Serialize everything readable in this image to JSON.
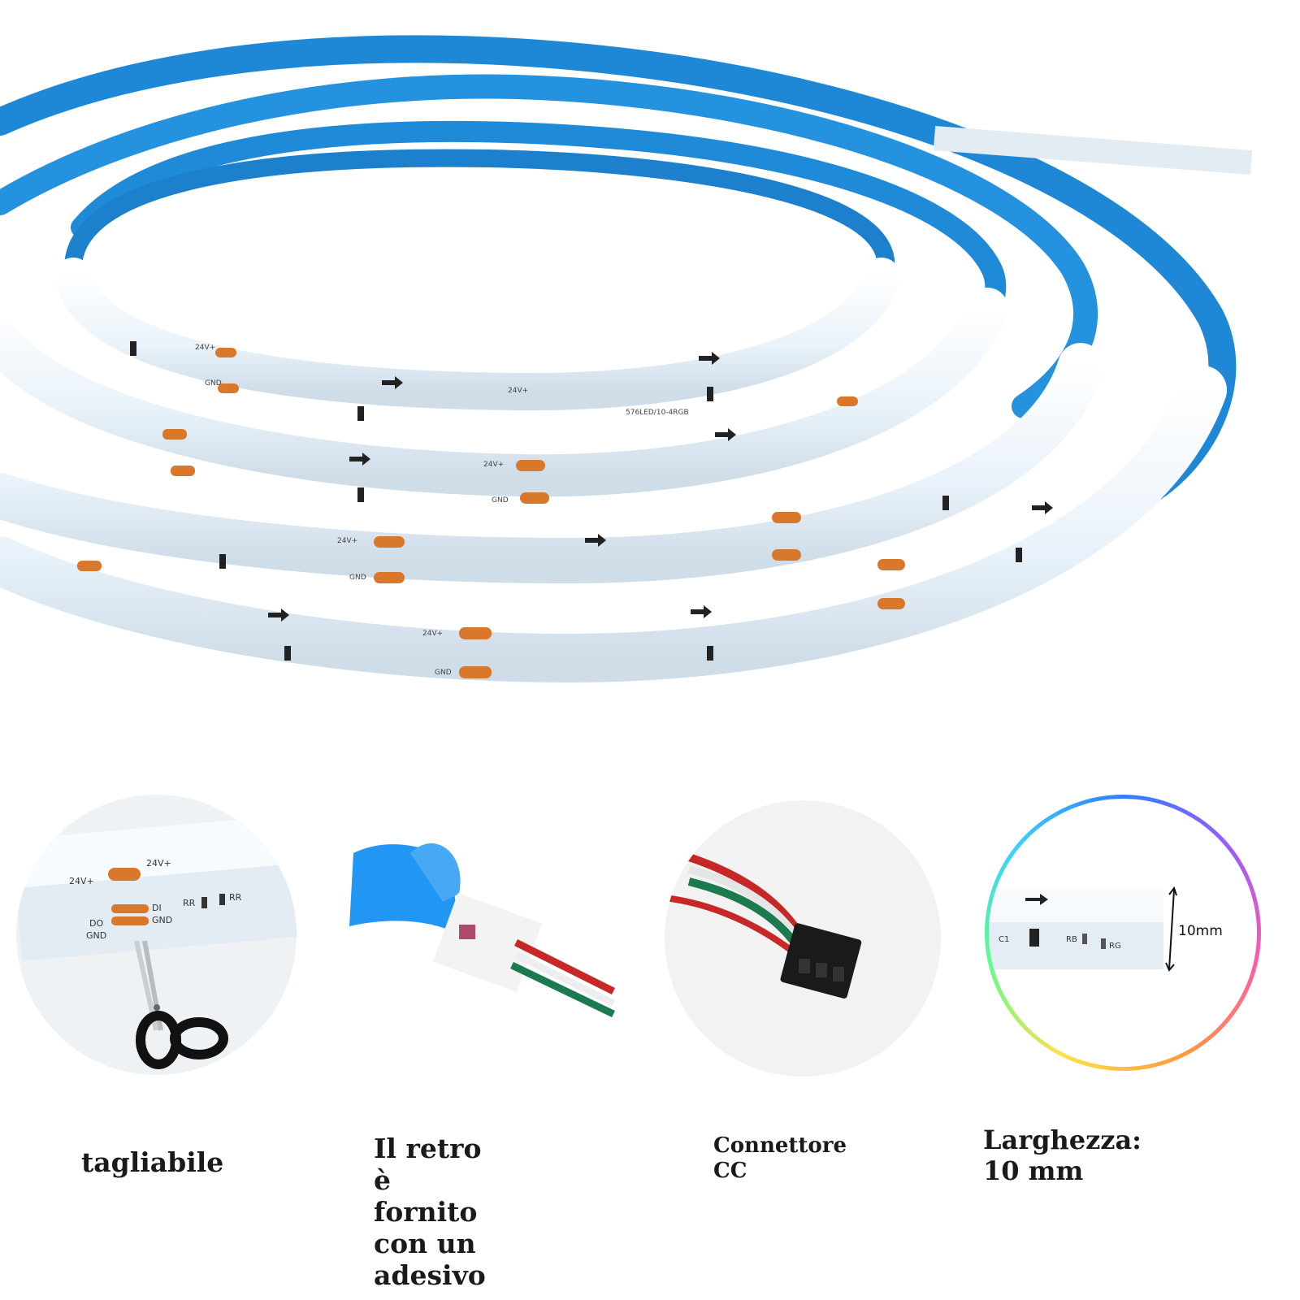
{
  "colors": {
    "liner_blue": "#1e88d6",
    "strip_white": "#eef5fb",
    "pad_orange": "#d9772a",
    "chip_black": "#222222",
    "wire_red": "#c62828",
    "wire_green": "#1b7a4e",
    "connector_black": "#1a1a1a"
  },
  "strip_markings": {
    "voltage": "24V+",
    "ground": "GND",
    "data_out": "DO",
    "data_in": "DI",
    "resistor": "RR",
    "cap": "C1",
    "rb": "RB",
    "rg": "RG",
    "model": "576LED/10-4RGB"
  },
  "features": [
    {
      "id": "cuttable",
      "icon": "scissors-icon",
      "caption_lines": [
        "tagliabile"
      ]
    },
    {
      "id": "adhesive",
      "icon": "adhesive-tape-icon",
      "caption_lines": [
        "Il retro è fornito",
        "con un adesivo"
      ]
    },
    {
      "id": "connector",
      "icon": "connector-icon",
      "caption_lines": [
        "Connettore CC"
      ]
    },
    {
      "id": "width",
      "icon": "ruler-icon",
      "width_label": "10mm",
      "caption_lines": [
        "Larghezza: 10 mm"
      ]
    }
  ]
}
